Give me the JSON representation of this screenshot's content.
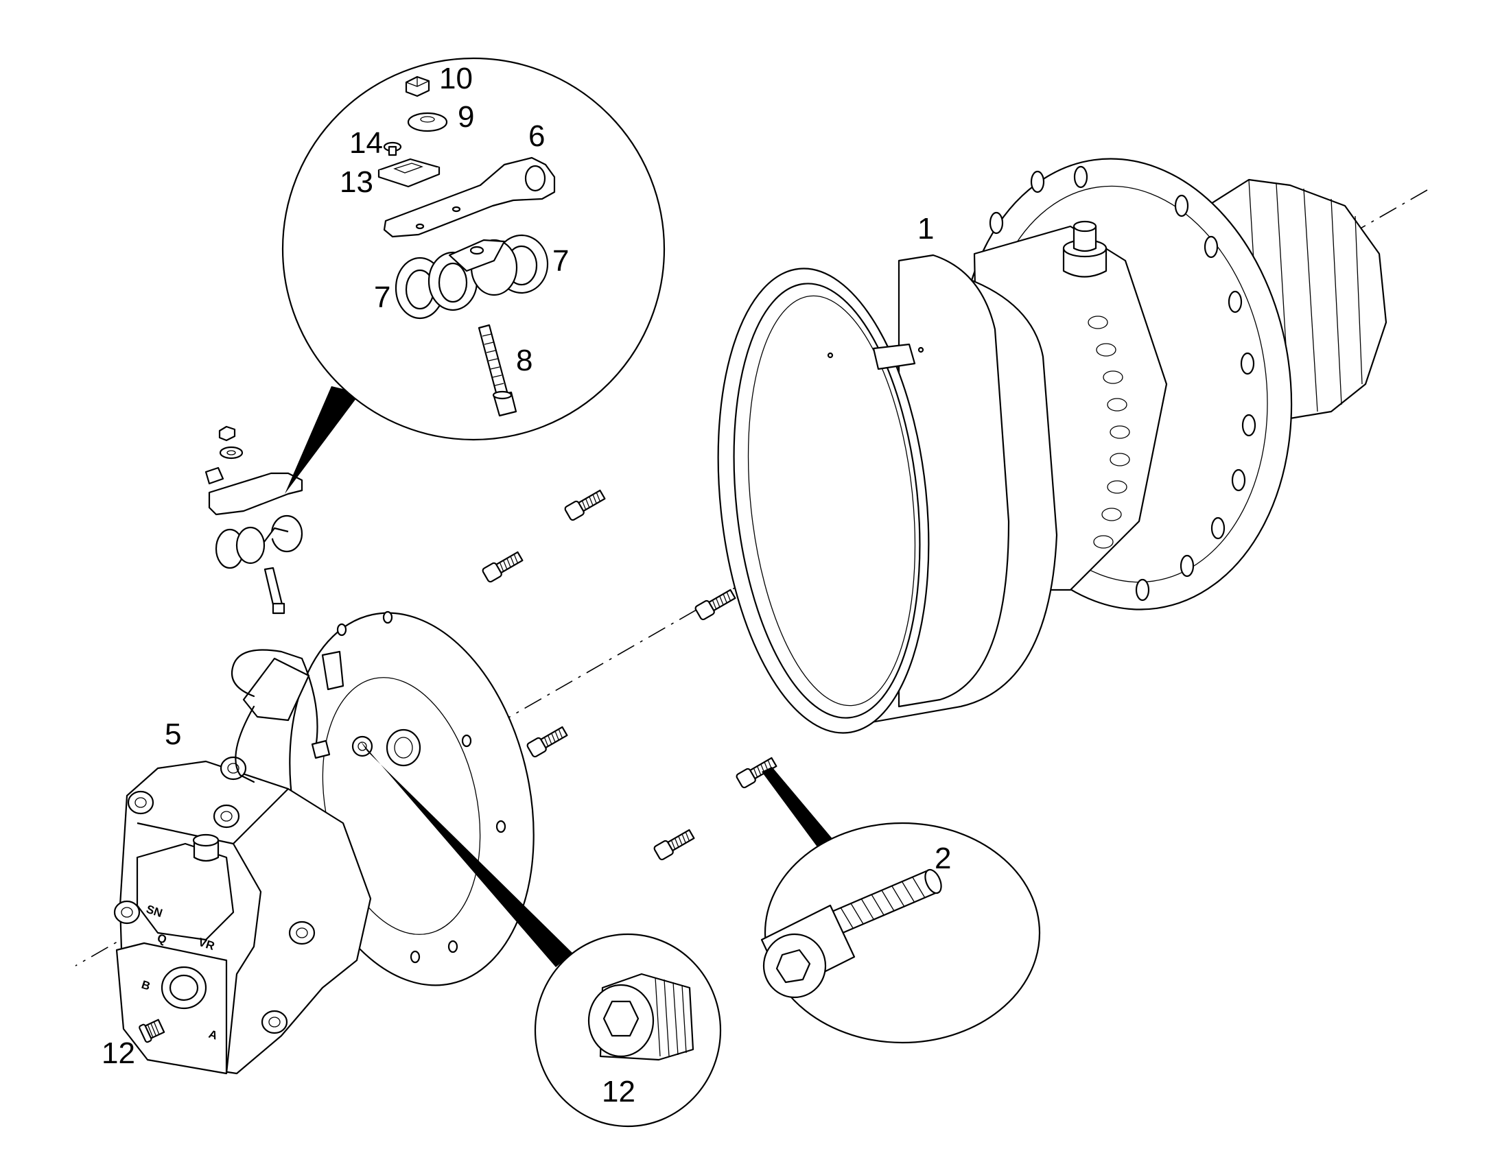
{
  "callouts": {
    "c1": "1",
    "c2": "2",
    "c5": "5",
    "c6": "6",
    "c7a": "7",
    "c7b": "7",
    "c8": "8",
    "c9": "9",
    "c10": "10",
    "c12_detail": "12",
    "c12_plug": "12",
    "c13": "13",
    "c14": "14"
  },
  "port_markings": {
    "sn": "SN",
    "vr": "VR",
    "q": "Q",
    "b": "B",
    "a": "A"
  }
}
